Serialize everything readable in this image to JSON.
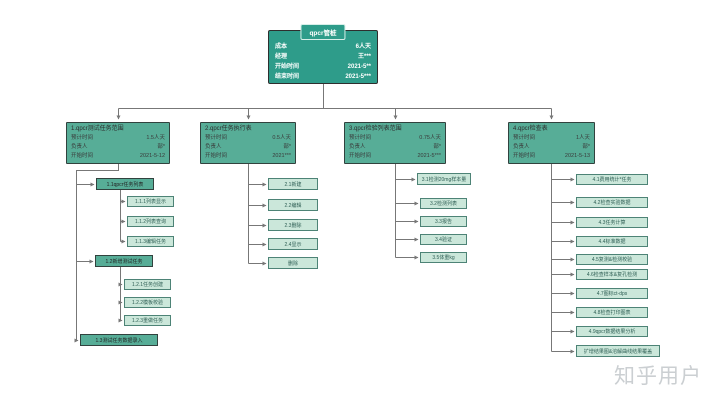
{
  "watermark": "知乎用户",
  "colors": {
    "root_teal": "#2e9c8a",
    "header_teal": "#57ad97",
    "leaf_mint": "#cbe7da",
    "leaf_border": "#4d8376",
    "connector_gray": "#777777",
    "watermark_gray": "#cbcfd2"
  },
  "root": {
    "title": "qpcr管桩",
    "rows": [
      {
        "label": "成本",
        "value": "6人天"
      },
      {
        "label": "经理",
        "value": "王***"
      },
      {
        "label": "开始时间",
        "value": "2021-5**"
      },
      {
        "label": "结束时间",
        "value": "2021-5***"
      }
    ]
  },
  "branches": [
    {
      "header": {
        "title": "1.qpcr测试任务范围",
        "rows": [
          {
            "label": "预计时间",
            "value": "1.5人天"
          },
          {
            "label": "负责人",
            "value": "部*"
          },
          {
            "label": "开始时间",
            "value": "2021-5-12"
          }
        ]
      },
      "groups": [
        {
          "title": "1.1qpcr任务列表",
          "children": [
            "1.1.1列表显示",
            "1.1.2列表查询",
            "1.1.3编辑任务"
          ]
        },
        {
          "title": "1.2新增测试任务",
          "children": [
            "1.2.1任务创建",
            "1.2.2模板校验",
            "1.2.3重做任务"
          ]
        },
        {
          "title": "1.3测试任务数据录入",
          "children": []
        }
      ]
    },
    {
      "header": {
        "title": "2.qpcr任务执行表",
        "rows": [
          {
            "label": "预计时间",
            "value": "0.5人天"
          },
          {
            "label": "负责人",
            "value": "部*"
          },
          {
            "label": "开始时间",
            "value": "2021***"
          }
        ]
      },
      "children": [
        "2.1新建",
        "2.2编辑",
        "2.3删除",
        "2.4显示",
        "删除"
      ]
    },
    {
      "header": {
        "title": "3.qpcr检验列表范围",
        "rows": [
          {
            "label": "预计时间",
            "value": "0.75人天"
          },
          {
            "label": "负责人",
            "value": "部*"
          },
          {
            "label": "开始时间",
            "value": "2021-5***"
          }
        ]
      },
      "children": [
        "3.1检测20mg样本量",
        "3.2检测列表",
        "3.3报告",
        "3.4验证",
        "3.5体重kg"
      ]
    },
    {
      "header": {
        "title": "4.qpcr检查表",
        "rows": [
          {
            "label": "预计时间",
            "value": "1人天"
          },
          {
            "label": "负责人",
            "value": "部*"
          },
          {
            "label": "开始时间",
            "value": "2021-5-13"
          }
        ]
      },
      "children": [
        "4.1费用统计*任务",
        "4.2检查实验数据",
        "4.3任务计算",
        "4.4标准数据",
        "4.5复测&检测校验",
        "4.6检查样本&复孔检测",
        "4.7图标ct-dps",
        "4.8检查打印图表",
        "4.9qpcr数据结果分析",
        "扩增结果图&溶解曲线结果覆盖"
      ]
    }
  ]
}
